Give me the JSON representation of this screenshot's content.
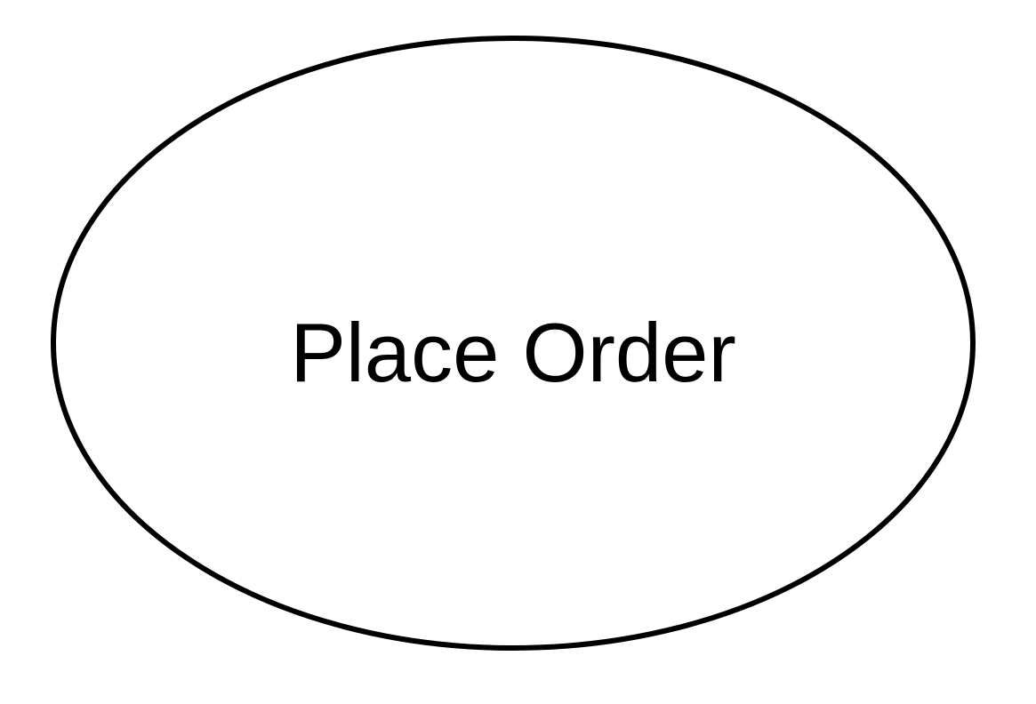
{
  "diagram": {
    "type": "use-case",
    "nodes": [
      {
        "id": "place-order",
        "shape": "ellipse",
        "label": "Place Order",
        "stroke": "#000000",
        "fill": "#ffffff"
      }
    ]
  }
}
